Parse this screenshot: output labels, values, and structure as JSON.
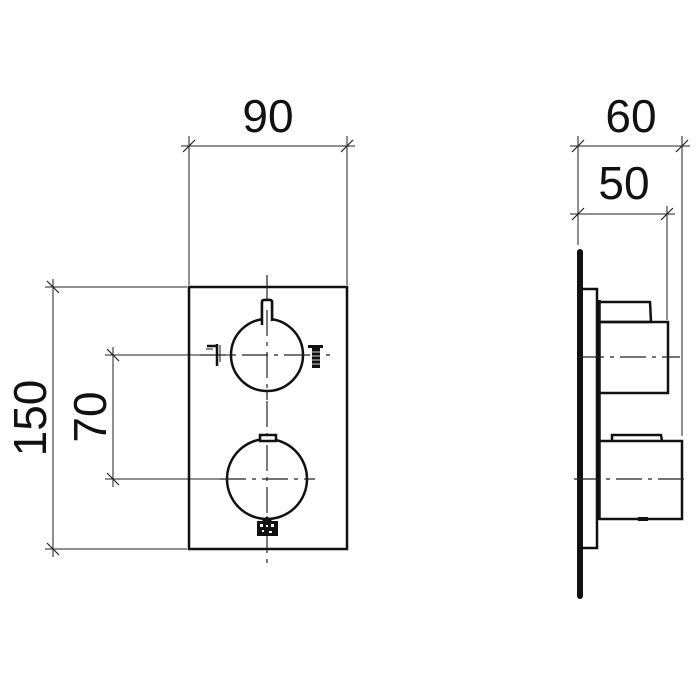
{
  "drawing": {
    "type": "technical dimension drawing",
    "subject": "thermostatic shower mixer trim with two round handles",
    "colors": {
      "line": "#111111",
      "background": "#ffffff"
    }
  },
  "front_view": {
    "dimensions": {
      "width": {
        "label": "90",
        "unit": "mm"
      },
      "height": {
        "label": "150",
        "unit": "mm"
      },
      "knob_spacing": {
        "label": "70",
        "unit": "mm"
      }
    },
    "upper_knob": {
      "icon_left": "shower-handheld-icon",
      "icon_right": "shower-head-icon"
    },
    "lower_knob": {
      "icon_bottom": "temperature-badge-icon"
    }
  },
  "side_view": {
    "dimensions": {
      "total_depth": {
        "label": "60",
        "unit": "mm"
      },
      "body_depth": {
        "label": "50",
        "unit": "mm"
      }
    }
  }
}
